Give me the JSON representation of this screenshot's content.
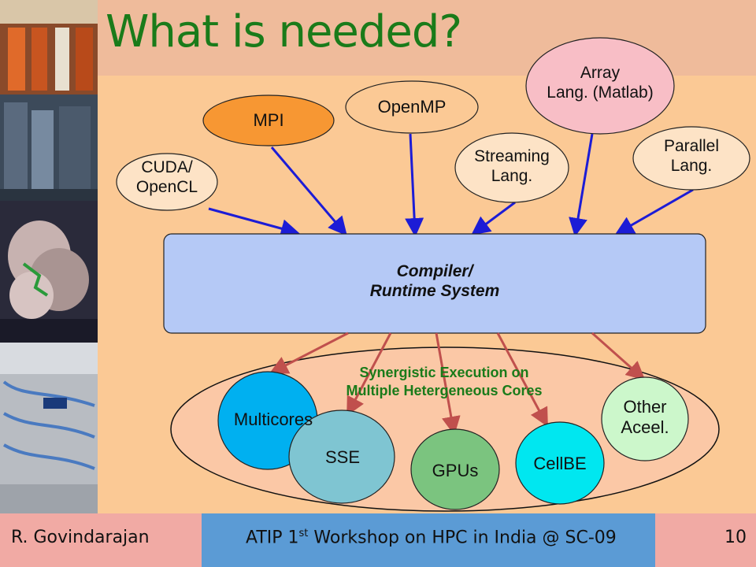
{
  "slide": {
    "title": "What is needed?",
    "languages": {
      "cuda": [
        "CUDA/",
        "OpenCL"
      ],
      "mpi": [
        "MPI"
      ],
      "openmp": [
        "OpenMP"
      ],
      "streaming": [
        "Streaming",
        "Lang."
      ],
      "array": [
        "Array",
        "Lang. (Matlab)"
      ],
      "parallel": [
        "Parallel",
        "Lang."
      ]
    },
    "compiler": [
      "Compiler/",
      "Runtime  System"
    ],
    "execution_caption": [
      "Synergistic Execution on",
      "Multiple Hetergeneous Cores"
    ],
    "cores": {
      "multicores": "Multicores",
      "sse": "SSE",
      "gpus": "GPUs",
      "cellbe": "CellBE",
      "other": [
        "Other",
        "Aceel."
      ]
    },
    "colors": {
      "background": "#fbc995",
      "title": "#1a7b1a",
      "compiler_box": "#b5c9f6",
      "arrow_in": "#1c1cd6",
      "arrow_out": "#c0504d",
      "mpi": "#f79733",
      "array": "#f8bec6",
      "multicores": "#00b0f0",
      "sse": "#7fc5d2",
      "gpus": "#7bc47f",
      "cellbe": "#00e7f0",
      "other": "#ccf7cb"
    }
  },
  "footer": {
    "author": "R. Govindarajan",
    "event_prefix": "ATIP 1",
    "event_sup": "st",
    "event_suffix": " Workshop on HPC in India @ SC-09",
    "page_number": "10"
  }
}
